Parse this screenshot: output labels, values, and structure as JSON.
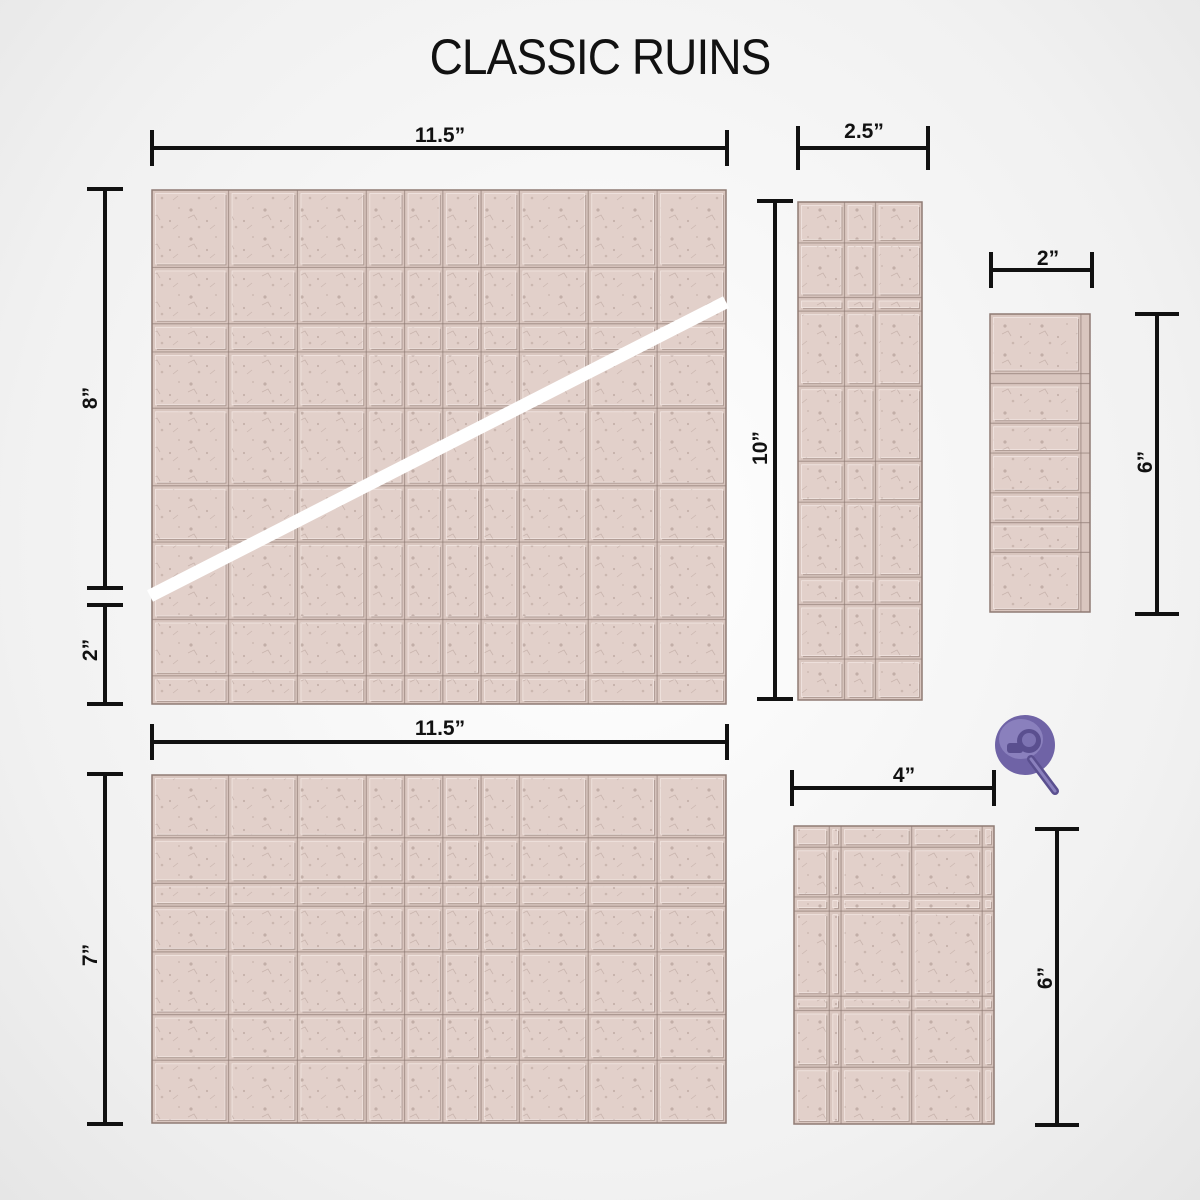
{
  "title": "CLASSIC RUINS",
  "colors": {
    "tile_base": "#d9c6bf",
    "tile_face": "#e2d0ca",
    "groove_dark": "#8f7b74",
    "groove_light": "#f3e7e3",
    "dimension_line": "#111111",
    "cut_line": "#ffffff",
    "figure": "#6f63a6"
  },
  "icons": {
    "figure": "miniature-figure-icon"
  },
  "pieces": [
    {
      "id": "large-wall-top",
      "width_label": "11.5”",
      "height_label": "8”",
      "lower_label": "2”",
      "has_diagonal_cut": true
    },
    {
      "id": "tall-wall",
      "width_label": "2.5”",
      "height_label": "10”"
    },
    {
      "id": "small-wall",
      "width_label": "2”",
      "height_label": "6”"
    },
    {
      "id": "large-wall-bottom",
      "width_label": "11.5”",
      "height_label": "7”"
    },
    {
      "id": "medium-wall",
      "width_label": "4”",
      "height_label": "6”"
    }
  ]
}
